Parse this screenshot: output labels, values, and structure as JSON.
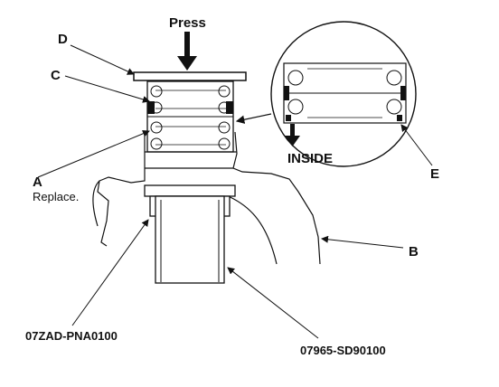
{
  "diagram": {
    "press_label": "Press",
    "inside_label": "INSIDE",
    "callouts": {
      "a": "A",
      "a_note": "Replace.",
      "b": "B",
      "c": "C",
      "d": "D",
      "e": "E"
    },
    "tools": {
      "left": "07ZAD-PNA0100",
      "right": "07965-SD90100"
    }
  }
}
